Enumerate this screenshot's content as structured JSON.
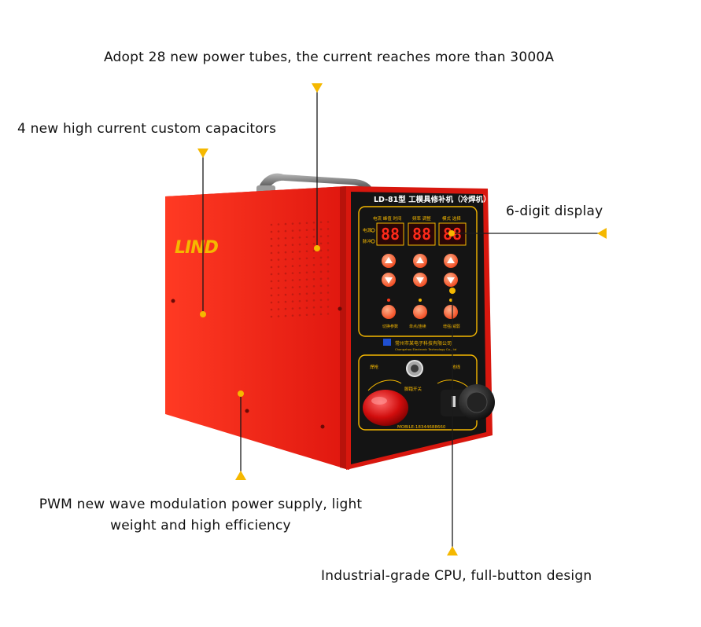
{
  "annotations": {
    "tubes": "Adopt 28 new power tubes, the current reaches more than 3000A",
    "capacitors": "4 new high current custom capacitors",
    "display": "6-digit display",
    "pwm": "PWM new wave modulation power supply, light weight and high efficiency",
    "cpu": "Industrial-grade CPU, full-button design"
  },
  "machine": {
    "brand": "LIND",
    "model_title": "LD-81型 工模具修补机（冷焊机）",
    "display_digits": [
      "88",
      "88",
      "88"
    ],
    "mobile": "MOBILE:18344688660"
  },
  "colors": {
    "body": "#e8201a",
    "accent": "#f5b800",
    "panel": "#141414"
  }
}
